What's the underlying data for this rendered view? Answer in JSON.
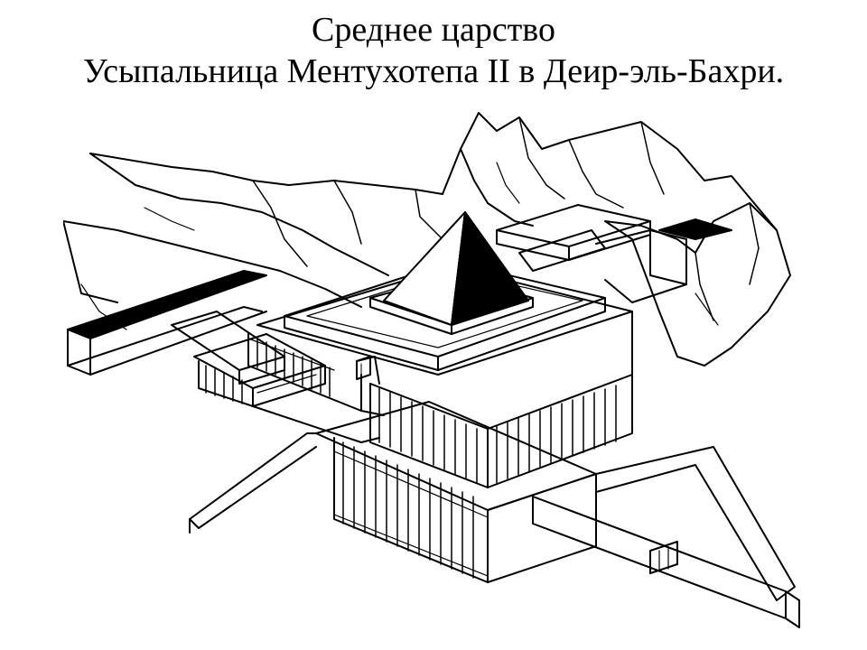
{
  "slide": {
    "title_line_1": "Среднее царство",
    "title_line_2": "Усыпальница Ментухотепа II в Деир-эль-Бахри."
  },
  "illustration": {
    "subject": "mortuary-temple-drawing",
    "style": "black-and-white line engraving"
  },
  "colors": {
    "background": "#ffffff",
    "ink": "#000000"
  }
}
